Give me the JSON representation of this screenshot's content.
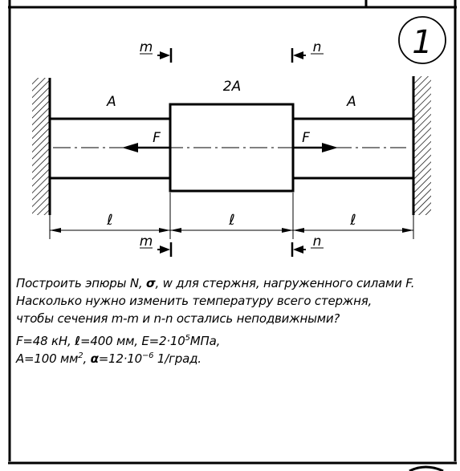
{
  "problem_number": "1",
  "section_marks": {
    "m": "m",
    "n": "n"
  },
  "labels": {
    "area_left": "A",
    "area_center": "2A",
    "area_right": "A",
    "force_left": "F",
    "force_right": "F",
    "length_1": "ℓ",
    "length_2": "ℓ",
    "length_3": "ℓ"
  },
  "task": {
    "line1_a": "Построить эпюры N, ",
    "line1_sigma": "σ",
    "line1_b": ", w для стержня, нагруженного силами F.",
    "line2": "Насколько нужно изменить температуру всего стержня,",
    "line3": "чтобы сечения  m-m и n-n остались неподвижными?"
  },
  "given": {
    "force": "F=48 кН, ",
    "length_sym": "ℓ",
    "length_val": "=400 мм, E=2·10",
    "modulus_exp": "5",
    "modulus_unit": "МПа,",
    "area": "A=100 мм",
    "area_exp": "2",
    "sep": ", ",
    "alpha_sym": "α",
    "alpha_val": "=12·10",
    "alpha_exp": "−6",
    "alpha_unit": " 1/град."
  },
  "colors": {
    "ink": "#000000",
    "paper": "#ffffff"
  }
}
